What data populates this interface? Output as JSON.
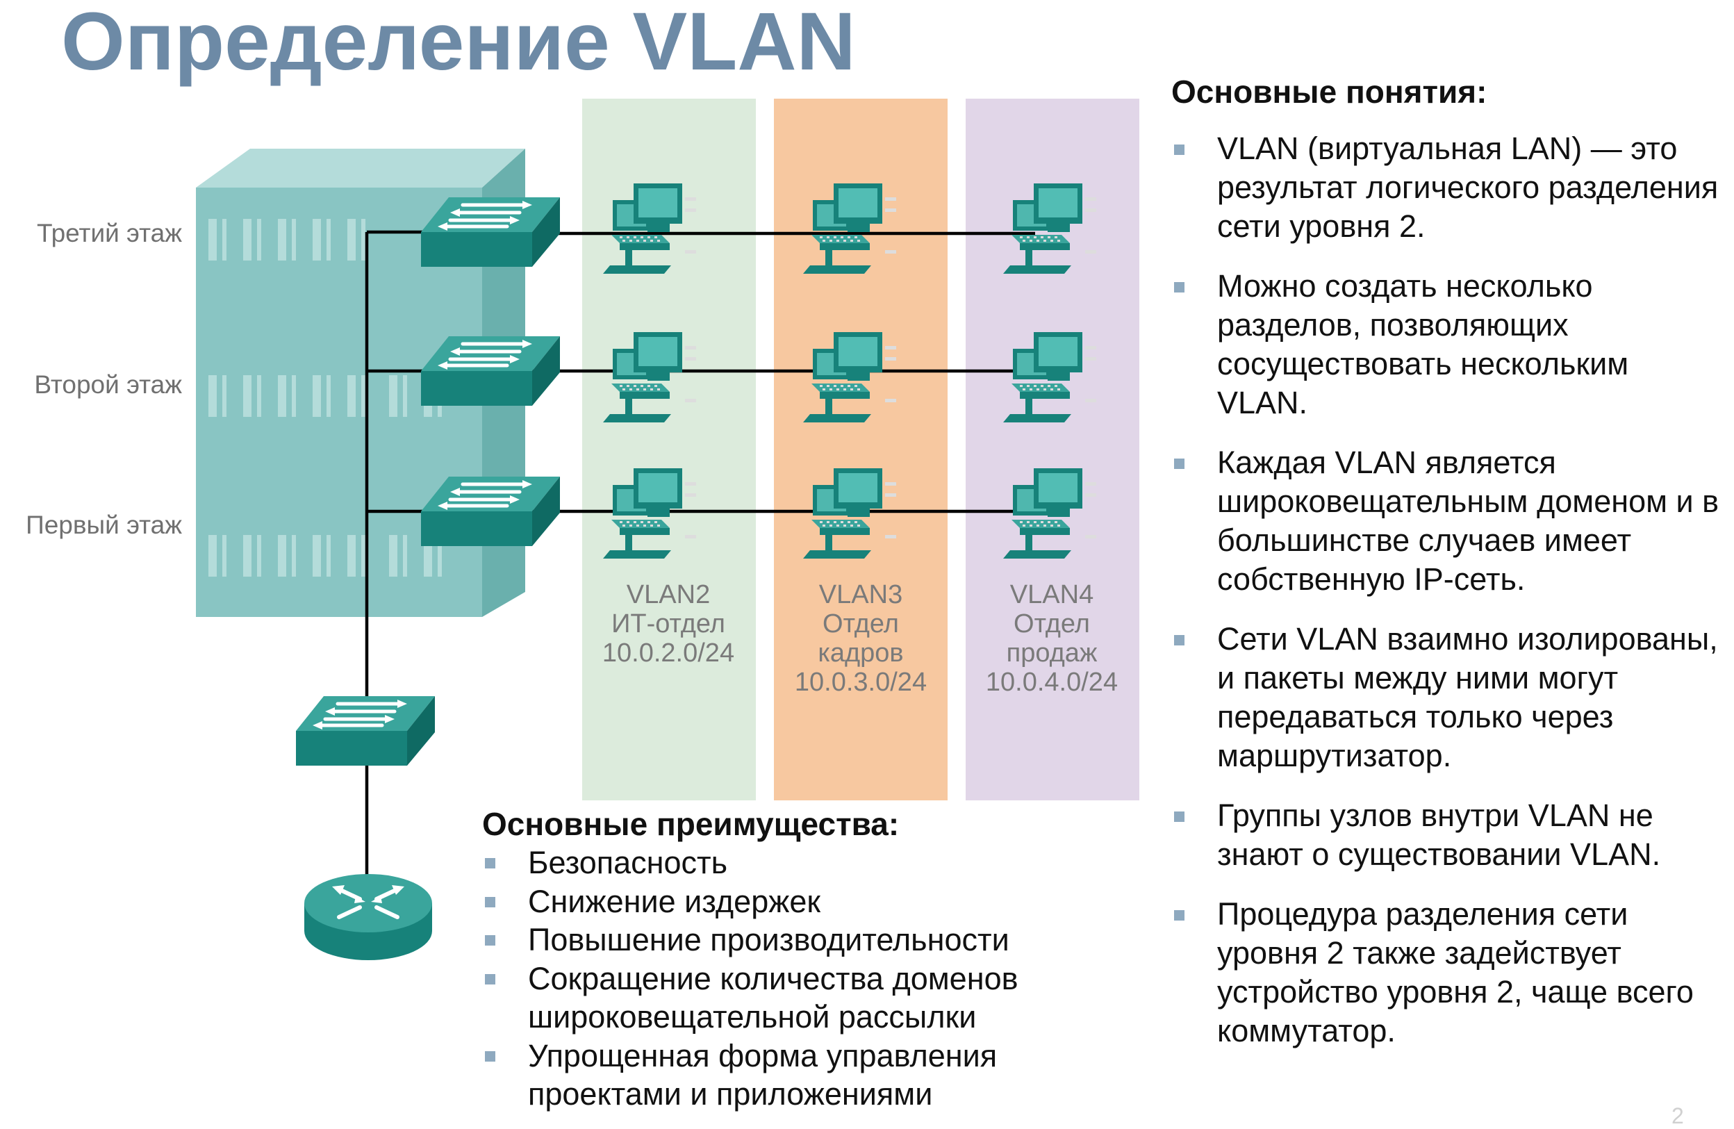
{
  "title": "Определение VLAN",
  "diagram": {
    "floors": [
      "Третий этаж",
      "Второй этаж",
      "Первый этаж"
    ],
    "vlans": [
      {
        "name": "VLAN2",
        "dept": "ИТ-отдел",
        "subnet": "10.0.2.0/24",
        "color": "#dcebdc"
      },
      {
        "name": "VLAN3",
        "dept_line1": "Отдел",
        "dept_line2": "кадров",
        "subnet": "10.0.3.0/24",
        "color": "#f7c8a0"
      },
      {
        "name": "VLAN4",
        "dept_line1": "Отдел",
        "dept_line2": "продаж",
        "subnet": "10.0.4.0/24",
        "color": "#e1d6e8"
      }
    ],
    "icons": [
      "building-icon",
      "switch-icon",
      "computer-icon",
      "router-icon"
    ],
    "colors": {
      "device": "#17827a",
      "device_top": "#3aa59c",
      "building": "#89c5c3",
      "link": "#000000"
    }
  },
  "benefits": {
    "title": "Основные преимущества:",
    "items": [
      "Безопасность",
      "Снижение издержек",
      "Повышение производительности",
      "Сокращение количества доменов широковещательной рассылки",
      "Упрощенная форма управления проектами и приложениями"
    ]
  },
  "concepts": {
    "title": "Основные понятия:",
    "items": [
      "VLAN (виртуальная LAN) — это результат логического разделения сети уровня 2.",
      "Можно создать несколько разделов, позволяющих сосуществовать нескольким VLAN.",
      "Каждая VLAN является широковещательным доменом и в большинстве случаев имеет собственную IP-сеть.",
      "Сети VLAN взаимно изолированы, и пакеты между ними могут передаваться только через маршрутизатор.",
      "Группы узлов внутри VLAN не знают о существовании VLAN.",
      "Процедура разделения сети уровня 2 также задействует устройство уровня 2, чаще всего коммутатор."
    ]
  },
  "page_number": "2",
  "accent_color": "#6d8aa6",
  "bullet_color": "#8ea9bf"
}
